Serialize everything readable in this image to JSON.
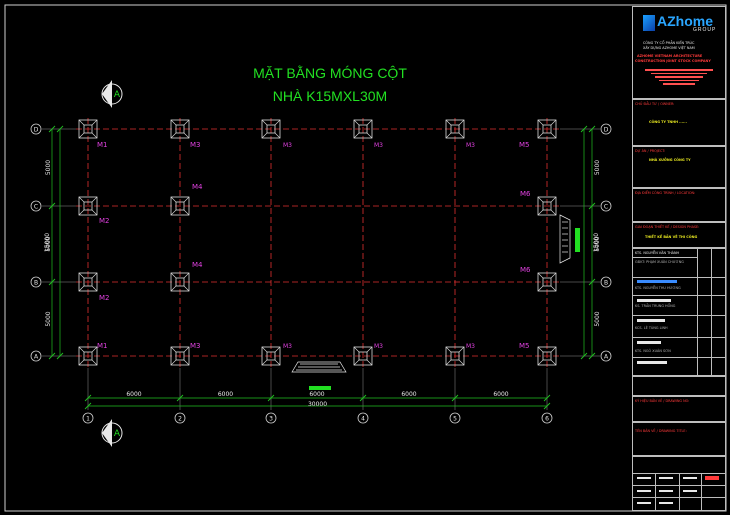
{
  "title": {
    "line1": "MẶT BẰNG MÓNG CỘT",
    "line2": "NHÀ K15MXL30M"
  },
  "section_mark": "A",
  "grid": {
    "columns": [
      "1",
      "2",
      "3",
      "4",
      "5",
      "6"
    ],
    "rows": [
      "D",
      "C",
      "B",
      "A"
    ],
    "spans_x": [
      "6000",
      "6000",
      "6000",
      "6000",
      "6000"
    ],
    "total_x": "30000",
    "spans_y": [
      "5000",
      "5000",
      "5000"
    ],
    "total_y": "15000"
  },
  "footings": {
    "row_D": [
      "M1",
      "M3",
      "M3",
      "M3",
      "M3",
      "M5"
    ],
    "row_C_left": "M2",
    "row_C_mid": "M4",
    "row_C_right": "M6",
    "row_B_left": "M2",
    "row_B_mid": "M4",
    "row_B_right": "M6",
    "row_A": [
      "M1",
      "M3",
      "M3",
      "M3",
      "M3",
      "M5"
    ]
  },
  "title_block": {
    "logo_text": "AZhome",
    "logo_sub": "GROUP",
    "company_vn_1": "CÔNG TY CỔ PHẦN KIẾN TRÚC",
    "company_vn_2": "XÂY DỰNG AZHOME VIỆT NAM",
    "company_en_1": "AZHOME VIETNAM ARCHITECTURE",
    "company_en_2": "CONSTRUCTION JOINT STOCK COMPANY",
    "owner_label": "CHỦ ĐẦU TƯ / OWNER:",
    "owner_value": "CÔNG TY TNHH ......",
    "project_label": "DỰ ÁN / PROJECT:",
    "project_value": "NHÀ XƯỞNG CÔNG TY",
    "location_label": "ĐỊA ĐIỂM CÔNG TRÌNH / LOCATION:",
    "stage_label": "GIAI ĐOẠN THIẾT KẾ / DESIGN PHASE:",
    "stage_value": "THIẾT KẾ BẢN VẼ THI CÔNG",
    "staff": [
      "KTS. NGUYỄN VĂN THÀNH",
      "GĐKT: PHẠM XUÂN CHƯƠNG",
      "KTS. NGUYỄN THU HƯƠNG",
      "KS. TRẦN TRUNG HỒNG",
      "KCS. LÊ TÙNG LINH",
      "KTS. NGÔ XUÂN SƠN"
    ],
    "drawing_no_label": "KÝ HIỆU BẢN VẼ / DRAWING NO:",
    "drawing_title_label": "TÊN BẢN VẼ / DRAWING TITLE:"
  },
  "colors": {
    "frame": "#cfcfcf",
    "grid_axis": "#e03030",
    "green_text": "#22e022",
    "label_magenta": "#e040e0",
    "dim_line": "#20c020",
    "dim_text": "#e8e8e8",
    "footing": "#dadada",
    "tb_red": "#ff3a3a",
    "tb_yellow": "#e8e820",
    "tb_green": "#22dd22",
    "tb_blue": "#3a8cff"
  }
}
